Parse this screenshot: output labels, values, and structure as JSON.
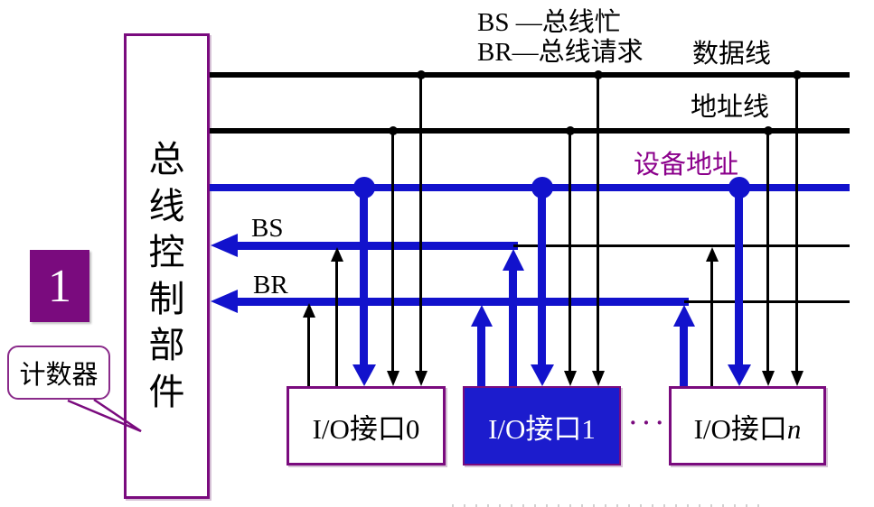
{
  "legend": {
    "bs_line": "BS —总线忙",
    "br_line": "BR—总线请求"
  },
  "bus": {
    "data_label": "数据线",
    "address_label": "地址线",
    "device_address_label": "设备地址",
    "bs_label": "BS",
    "br_label": "BR"
  },
  "controller": {
    "chars": [
      "总",
      "线",
      "控",
      "制",
      "部",
      "件"
    ]
  },
  "counter": {
    "step_value": "1",
    "callout_label": "计数器"
  },
  "interfaces": [
    {
      "prefix": "I/O接口",
      "suffix": "0",
      "highlighted": false
    },
    {
      "prefix": "I/O接口",
      "suffix": "1",
      "highlighted": true
    },
    {
      "prefix": "I/O接口",
      "suffix": "n",
      "highlighted": false
    }
  ],
  "ellipsis": "···",
  "colors": {
    "bus_blue": "#1212cc",
    "highlight_box_blue": "#1c1ccd",
    "purple": "#7a0b7e",
    "device_address_text": "#8b008b",
    "line_black": "#000000"
  }
}
